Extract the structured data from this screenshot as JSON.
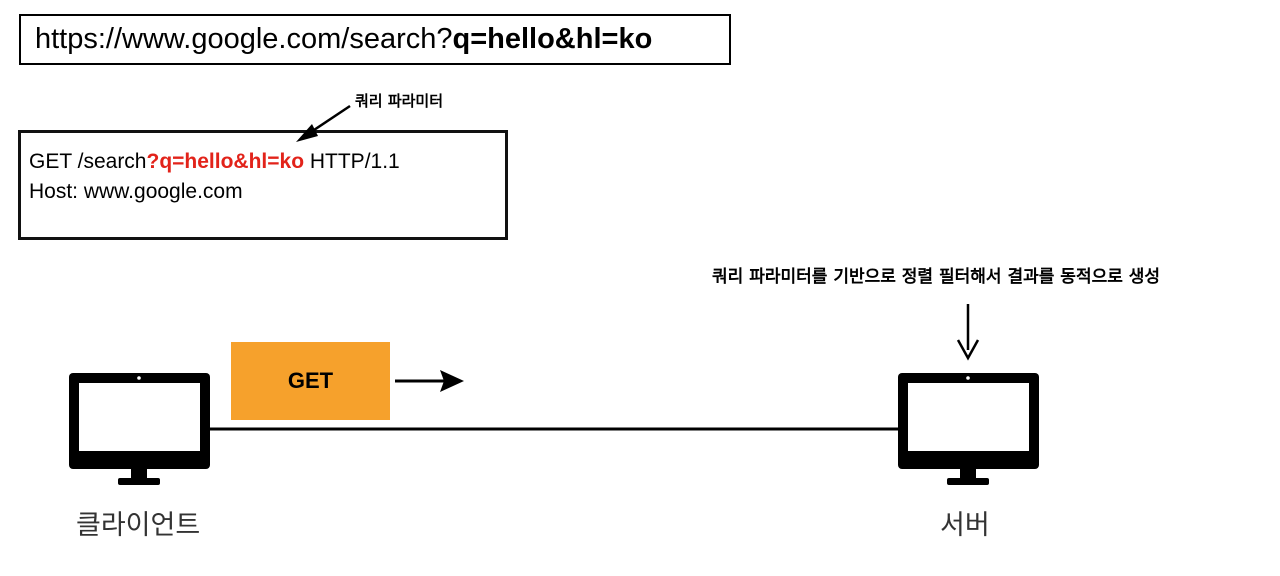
{
  "url_bar": {
    "base": "https://www.google.com/search?",
    "query": "q=hello&hl=ko"
  },
  "query_param_label": "쿼리 파라미터",
  "request": {
    "line1_prefix": "GET /search",
    "line1_query": "?q=hello&hl=ko",
    "line1_suffix": " HTTP/1.1",
    "line2": "Host: www.google.com"
  },
  "server_note": "쿼리 파라미터를 기반으로 정렬 필터해서 결과를 동적으로 생성",
  "get_label": "GET",
  "client_label": "클라이언트",
  "server_label": "서버",
  "colors": {
    "highlight": "#e2231a",
    "get_box": "#f6a12c"
  }
}
